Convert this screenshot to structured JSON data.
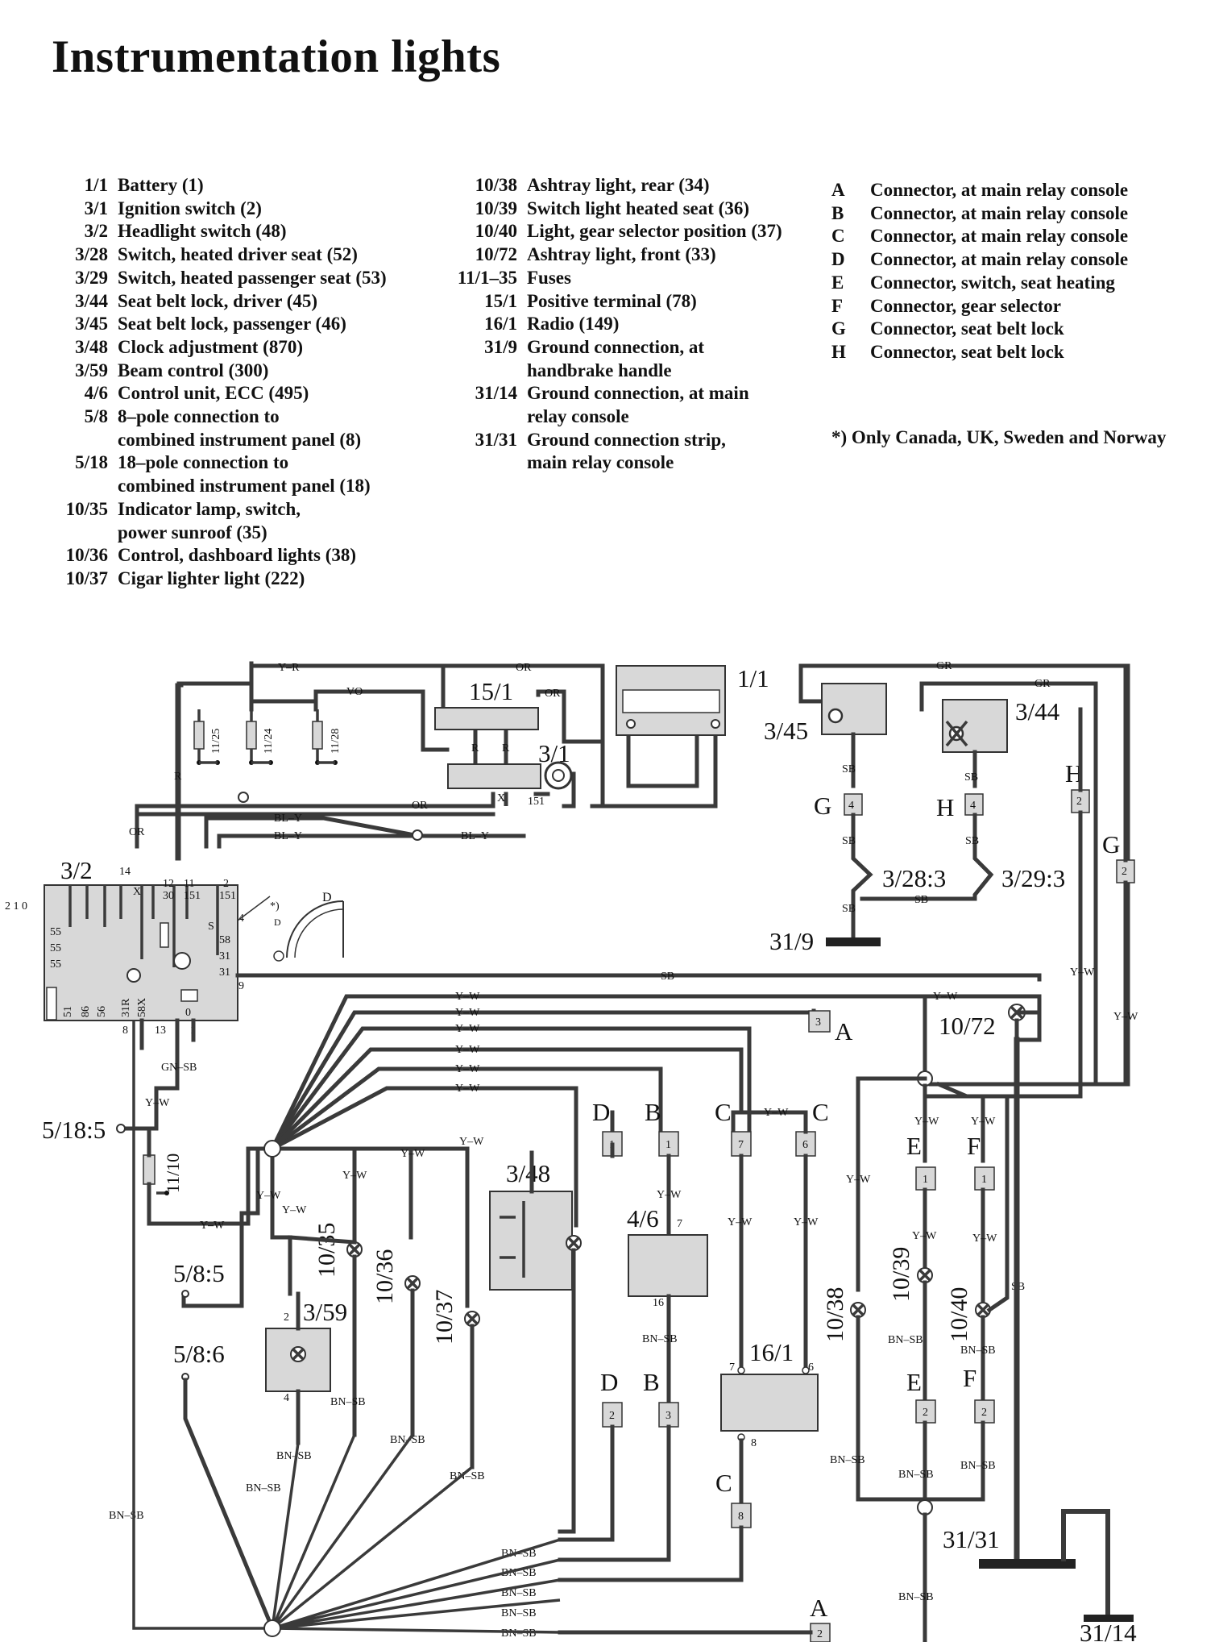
{
  "title": "Instrumentation lights",
  "legend_col1": [
    {
      "num": "1/1",
      "desc": "Battery (1)"
    },
    {
      "num": "3/1",
      "desc": "Ignition switch (2)"
    },
    {
      "num": "3/2",
      "desc": "Headlight switch (48)"
    },
    {
      "num": "3/28",
      "desc": "Switch, heated driver seat (52)"
    },
    {
      "num": "3/29",
      "desc": "Switch, heated passenger seat (53)"
    },
    {
      "num": "3/44",
      "desc": "Seat belt lock, driver (45)"
    },
    {
      "num": "3/45",
      "desc": "Seat belt lock, passenger (46)"
    },
    {
      "num": "3/48",
      "desc": "Clock adjustment (870)"
    },
    {
      "num": "3/59",
      "desc": "Beam control (300)"
    },
    {
      "num": "4/6",
      "desc": "Control unit, ECC (495)"
    },
    {
      "num": "5/8",
      "desc": "8–pole connection to"
    },
    {
      "num": "",
      "desc": "combined instrument panel (8)"
    },
    {
      "num": "5/18",
      "desc": "18–pole connection to"
    },
    {
      "num": "",
      "desc": "combined instrument panel (18)"
    },
    {
      "num": "10/35",
      "desc": "Indicator lamp, switch,"
    },
    {
      "num": "",
      "desc": "power sunroof (35)"
    },
    {
      "num": "10/36",
      "desc": "Control, dashboard lights (38)"
    },
    {
      "num": "10/37",
      "desc": "Cigar lighter light (222)"
    }
  ],
  "legend_col2": [
    {
      "num": "10/38",
      "desc": "Ashtray light, rear (34)"
    },
    {
      "num": "10/39",
      "desc": "Switch light heated seat (36)"
    },
    {
      "num": "10/40",
      "desc": "Light, gear selector position (37)"
    },
    {
      "num": "10/72",
      "desc": "Ashtray light, front (33)"
    },
    {
      "num": "11/1–35",
      "desc": "Fuses"
    },
    {
      "num": "15/1",
      "desc": "Positive terminal (78)"
    },
    {
      "num": "16/1",
      "desc": "Radio (149)"
    },
    {
      "num": "31/9",
      "desc": "Ground connection, at"
    },
    {
      "num": "",
      "desc": "handbrake handle"
    },
    {
      "num": "31/14",
      "desc": "Ground connection, at main"
    },
    {
      "num": "",
      "desc": "relay console"
    },
    {
      "num": "31/31",
      "desc": "Ground connection strip,"
    },
    {
      "num": "",
      "desc": "main relay console"
    }
  ],
  "legend_col3": [
    {
      "num": "A",
      "desc": "Connector, at main relay console"
    },
    {
      "num": "B",
      "desc": "Connector, at main relay console"
    },
    {
      "num": "C",
      "desc": "Connector, at main relay console"
    },
    {
      "num": "D",
      "desc": "Connector, at main relay console"
    },
    {
      "num": "E",
      "desc": "Connector, switch, seat heating"
    },
    {
      "num": "F",
      "desc": "Connector, gear selector"
    },
    {
      "num": "G",
      "desc": "Connector, seat belt lock"
    },
    {
      "num": "H",
      "desc": "Connector, seat belt lock"
    }
  ],
  "note": "*)  Only Canada, UK, Sweden and Norway",
  "diagram": {
    "wire": {
      "yr": "Y–R",
      "or": "OR",
      "gr": "GR",
      "vo": "VO",
      "r": "R",
      "bly": "BL–Y",
      "sb": "SB",
      "yw": "Y–W",
      "gnsb": "GN–SB",
      "bnsb": "BN–SB",
      "x": "X",
      "t151": "151"
    },
    "comp": {
      "c1_1": "1/1",
      "c15_1": "15/1",
      "c3_1": "3/1",
      "c3_2": "3/2",
      "c3_45": "3/45",
      "c3_44": "3/44",
      "c3_28": "3/28:3",
      "c3_29": "3/29:3",
      "c31_9": "31/9",
      "c10_72": "10/72",
      "c5_18_5": "5/18:5",
      "c11_10": "11/10",
      "c5_8_5": "5/8:5",
      "c5_8_6": "5/8:6",
      "c3_59": "3/59",
      "c10_35": "10/35",
      "c10_36": "10/36",
      "c10_37": "10/37",
      "c3_48": "3/48",
      "c4_6": "4/6",
      "c16_1": "16/1",
      "c10_38": "10/38",
      "c10_39": "10/39",
      "c10_40": "10/40",
      "c31_31": "31/31",
      "c31_14": "31/14",
      "f11_25": "11/25",
      "f11_24": "11/24",
      "f11_28": "11/28",
      "star": "*)"
    },
    "conn": {
      "A": "A",
      "B": "B",
      "C": "C",
      "D": "D",
      "E": "E",
      "F": "F",
      "G": "G",
      "H": "H"
    },
    "pins": {
      "p1": "1",
      "p2": "2",
      "p3": "3",
      "p4": "4",
      "p6": "6",
      "p7": "7",
      "p8": "8",
      "p9": "9",
      "p12": "12",
      "p13": "13",
      "p14": "14",
      "p16": "16",
      "p30": "30",
      "p31": "31",
      "p58": "58",
      "p55": "55",
      "p51": "51",
      "p86": "86",
      "p56": "56",
      "p11": "11",
      "p0": "0",
      "p151": "151",
      "s": "S",
      "x31r": "31R",
      "x58x": "58X",
      "scale": "2 1 0"
    }
  }
}
